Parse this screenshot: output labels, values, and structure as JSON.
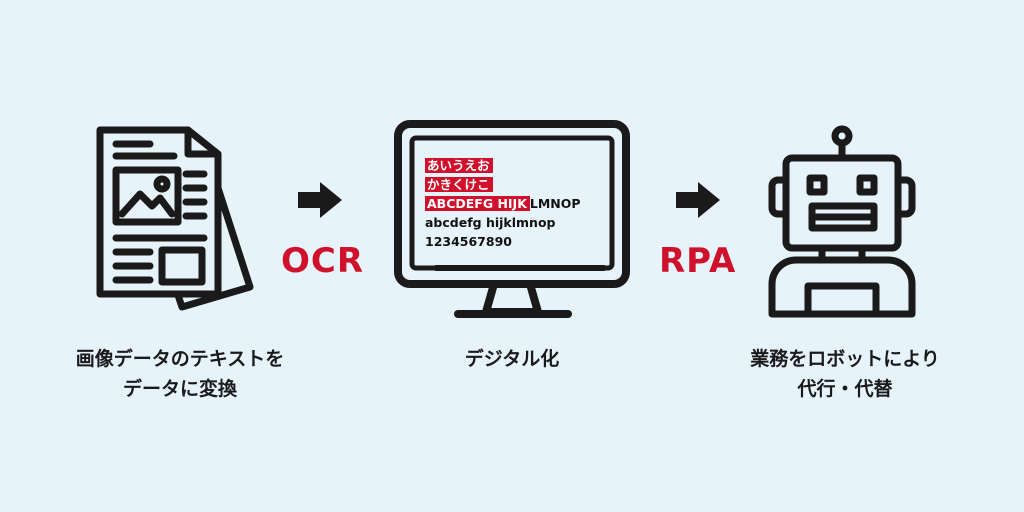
{
  "colors": {
    "accent": "#d0112b",
    "ink": "#1a1a1a",
    "background": "#e6f3fa"
  },
  "icons": {
    "document": "documents-with-image-icon",
    "arrow": "right-arrow-icon",
    "monitor": "monitor-icon",
    "robot": "robot-icon"
  },
  "steps": {
    "left_label_line1": "画像データのテキストを",
    "left_label_line2": "データに変換",
    "middle_label": "デジタル化",
    "right_label_line1": "業務をロボットにより",
    "right_label_line2": "代行・代替"
  },
  "connectors": {
    "ocr": "OCR",
    "rpa": "RPA"
  },
  "screen": {
    "line1": "あいうえお",
    "line2": "かきくけこ",
    "line3_highlight": "ABCDEFG HIJK",
    "line3_rest": "LMNOP",
    "line4": "abcdefg hijklmnop",
    "line5": "1234567890"
  }
}
